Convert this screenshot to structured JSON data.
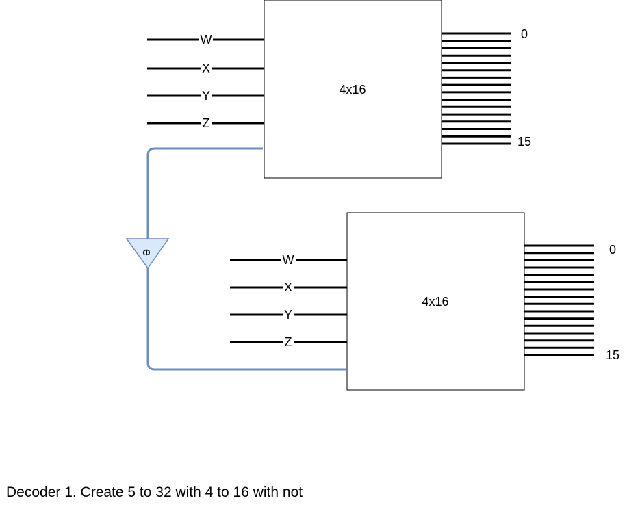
{
  "decoders": [
    {
      "label": "4x16",
      "inputs": [
        "W",
        "X",
        "Y",
        "Z"
      ],
      "output_first": "0",
      "output_last": "15",
      "output_count": 16
    },
    {
      "label": "4x16",
      "inputs": [
        "W",
        "X",
        "Y",
        "Z"
      ],
      "output_first": "0",
      "output_last": "15",
      "output_count": 16
    }
  ],
  "inverter": {
    "symbol": "e"
  },
  "caption": "Decoder 1. Create 5 to 32 with 4 to 16 with not",
  "colors": {
    "line": "#000000",
    "wire": "#6c8ebf",
    "inverter_fill": "#dae8fc"
  }
}
